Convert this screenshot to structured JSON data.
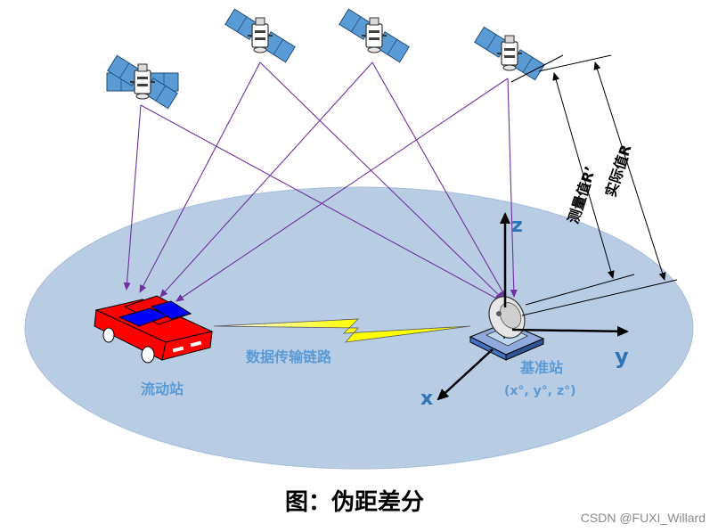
{
  "labels": {
    "rover": "流动站",
    "link": "数据传输链路",
    "base": "基准站",
    "base_coords": "(x°, y°, z°)",
    "axis_x": "x",
    "axis_y": "y",
    "axis_z": "z",
    "measured": "测量值R’",
    "actual": "实际值R"
  },
  "caption": "图：伪距差分",
  "watermark": "CSDN @FUXI_Willard",
  "colors": {
    "ground": "#b8cce4",
    "signal": "#7030a0",
    "car_red": "#ff0000",
    "car_blue": "#0000ff",
    "link_yellow": "#ffff00",
    "label_blue": "#5b9bd5"
  }
}
